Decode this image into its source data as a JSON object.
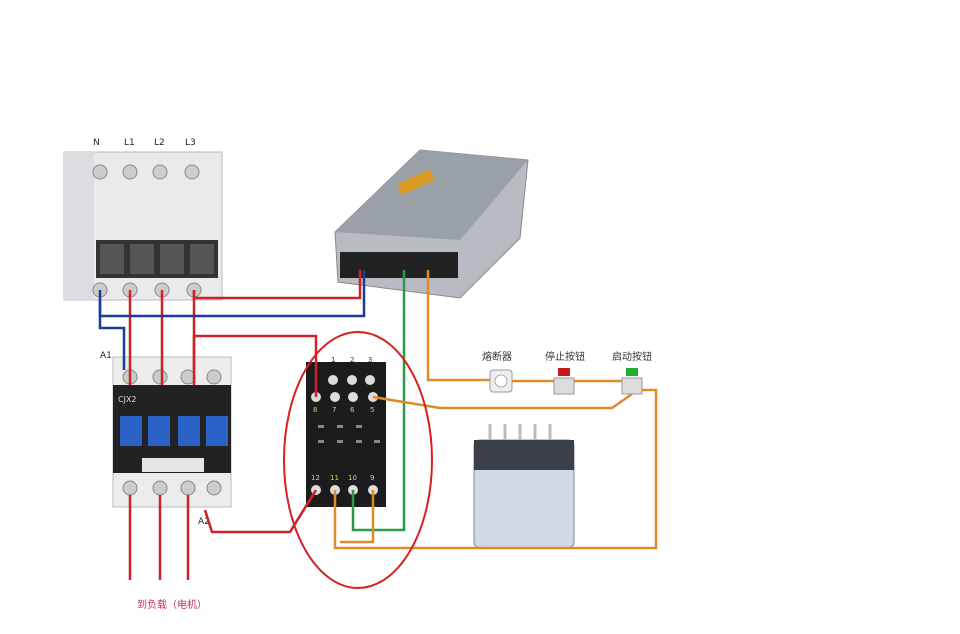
{
  "breaker": {
    "terminals": [
      "N",
      "L1",
      "L2",
      "L3"
    ]
  },
  "contactor": {
    "coil_a1": "A1",
    "coil_a2": "A2",
    "model": "CJX2"
  },
  "relay_socket": {
    "top": [
      "1",
      "2",
      "3"
    ],
    "middle": [
      "8",
      "7",
      "6",
      "5"
    ],
    "bottom": [
      "12",
      "11",
      "10",
      "9"
    ]
  },
  "controls": {
    "fuse": "熔断器",
    "stop_button": "停止按钮",
    "start_button": "启动按钮"
  },
  "load_label": "到负载（电机）",
  "colors": {
    "live_wire": "#d0202a",
    "neutral_wire": "#1a3a9a",
    "control_wire": "#e08a2a",
    "dc_wire": "#2a9a4a",
    "highlight_circle": "#d82020"
  }
}
